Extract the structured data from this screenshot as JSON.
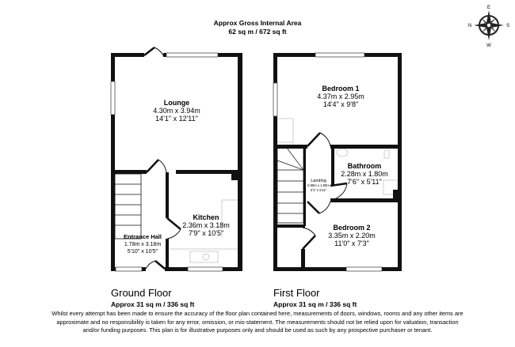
{
  "header": {
    "line1": "Approx Gross Internal Area",
    "line2": "62 sq m / 672 sq ft"
  },
  "compass": {
    "icon": "compass-rose-icon",
    "n": "N",
    "e": "E",
    "s": "S",
    "w": "W"
  },
  "ground_floor": {
    "title": "Ground Floor",
    "area": "Approx 31 sq m / 336 sq ft",
    "rooms": [
      {
        "name": "Lounge",
        "metric": "4.30m x 3.94m",
        "imperial": "14'1\" x 12'11\""
      },
      {
        "name": "Kitchen",
        "metric": "2.36m x 3.18m",
        "imperial": "7'9\" x 10'5\""
      },
      {
        "name": "Entrance Hall",
        "metric": "1.78m x 3.18m",
        "imperial": "5'10\" x 10'5\""
      }
    ]
  },
  "first_floor": {
    "title": "First Floor",
    "area": "Approx 31 sq m / 336 sq ft",
    "rooms": [
      {
        "name": "Bedroom 1",
        "metric": "4.37m x 2.95m",
        "imperial": "14'4\" x 9'8\""
      },
      {
        "name": "Bathroom",
        "metric": "2.28m x 1.80m",
        "imperial": "7'6\" x 5'11\""
      },
      {
        "name": "Landing",
        "metric": "0.95m x 1.80m",
        "imperial": "3'1\" x 5'11\""
      },
      {
        "name": "Bedroom 2",
        "metric": "3.35m x 2.20m",
        "imperial": "11'0\" x 7'3\""
      }
    ]
  },
  "disclaimer": "Whilst every attempt has been made to ensure the accuracy of the floor plan contained here, measurements of doors, windows, rooms and any other items are approximate and no responsibility is taken for any error, omission, or mis-statement. The measurements should not be relied upon for valuation, transaction and/or funding purposes. This plan is for illustrative purposes only and should be used as such by any prospective purchaser or tenant."
}
